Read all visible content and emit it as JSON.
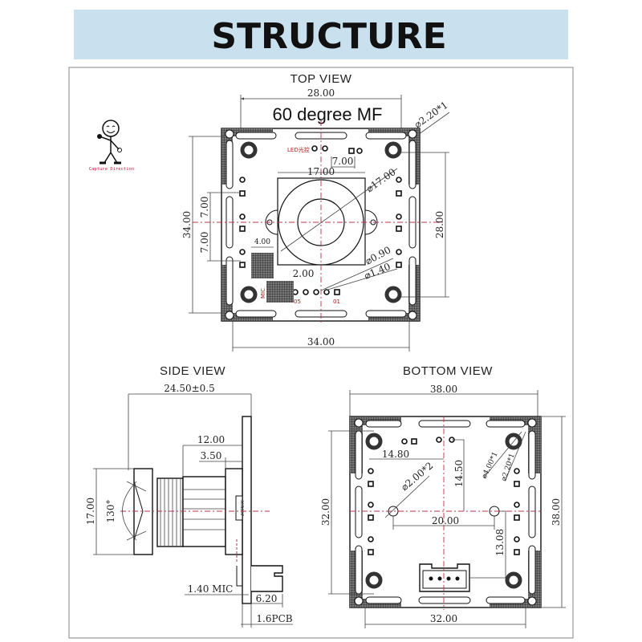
{
  "header": {
    "title": "STRUCTURE",
    "band_color": "#c9e1ef"
  },
  "logo": {
    "caption": "Capture Direction"
  },
  "top_view": {
    "title": "TOP VIEW",
    "overlay_label": "60 degree MF",
    "dims": {
      "width_holes": "28.00",
      "hole_dia": "⌀2.20*1",
      "pin_pitch": "7.00",
      "holder": "17.00",
      "lens_dia": "⌀17.00",
      "height": "34.00",
      "pitch_up": "7.00",
      "pitch_down": "7.00",
      "height_holes": "28.00",
      "pad": "4.00",
      "gap": "2.00",
      "pin_dia": "⌀0.90",
      "pad_dia": "⌀1.40",
      "width": "34.00"
    },
    "labels": {
      "led": "LED光控",
      "mic": "MIC",
      "pin5": "05",
      "pin1": "01"
    }
  },
  "side_view": {
    "title": "SIDE VIEW",
    "dims": {
      "length": "24.50±0.5",
      "barrel": "12.00",
      "holder": "3.50",
      "diameter": "17.00",
      "angle": "130°",
      "mic": "1.40 MIC",
      "connector": "6.20",
      "pcb": "1.6PCB"
    },
    "labels": {
      "sensor": "sensor"
    }
  },
  "bottom_view": {
    "title": "BOTTOM  VIEW",
    "dims": {
      "width": "38.00",
      "height": "38.00",
      "holes_h": "32.00",
      "holes_w": "32.00",
      "offset_x": "14.80",
      "offset_y": "14.50",
      "small_holes": "⌀2.00*2",
      "hole_pitch": "20.00",
      "conn_offset": "13.08",
      "big_hole": "⌀4.00*1",
      "small_hole": "⌀2.20*1"
    }
  }
}
